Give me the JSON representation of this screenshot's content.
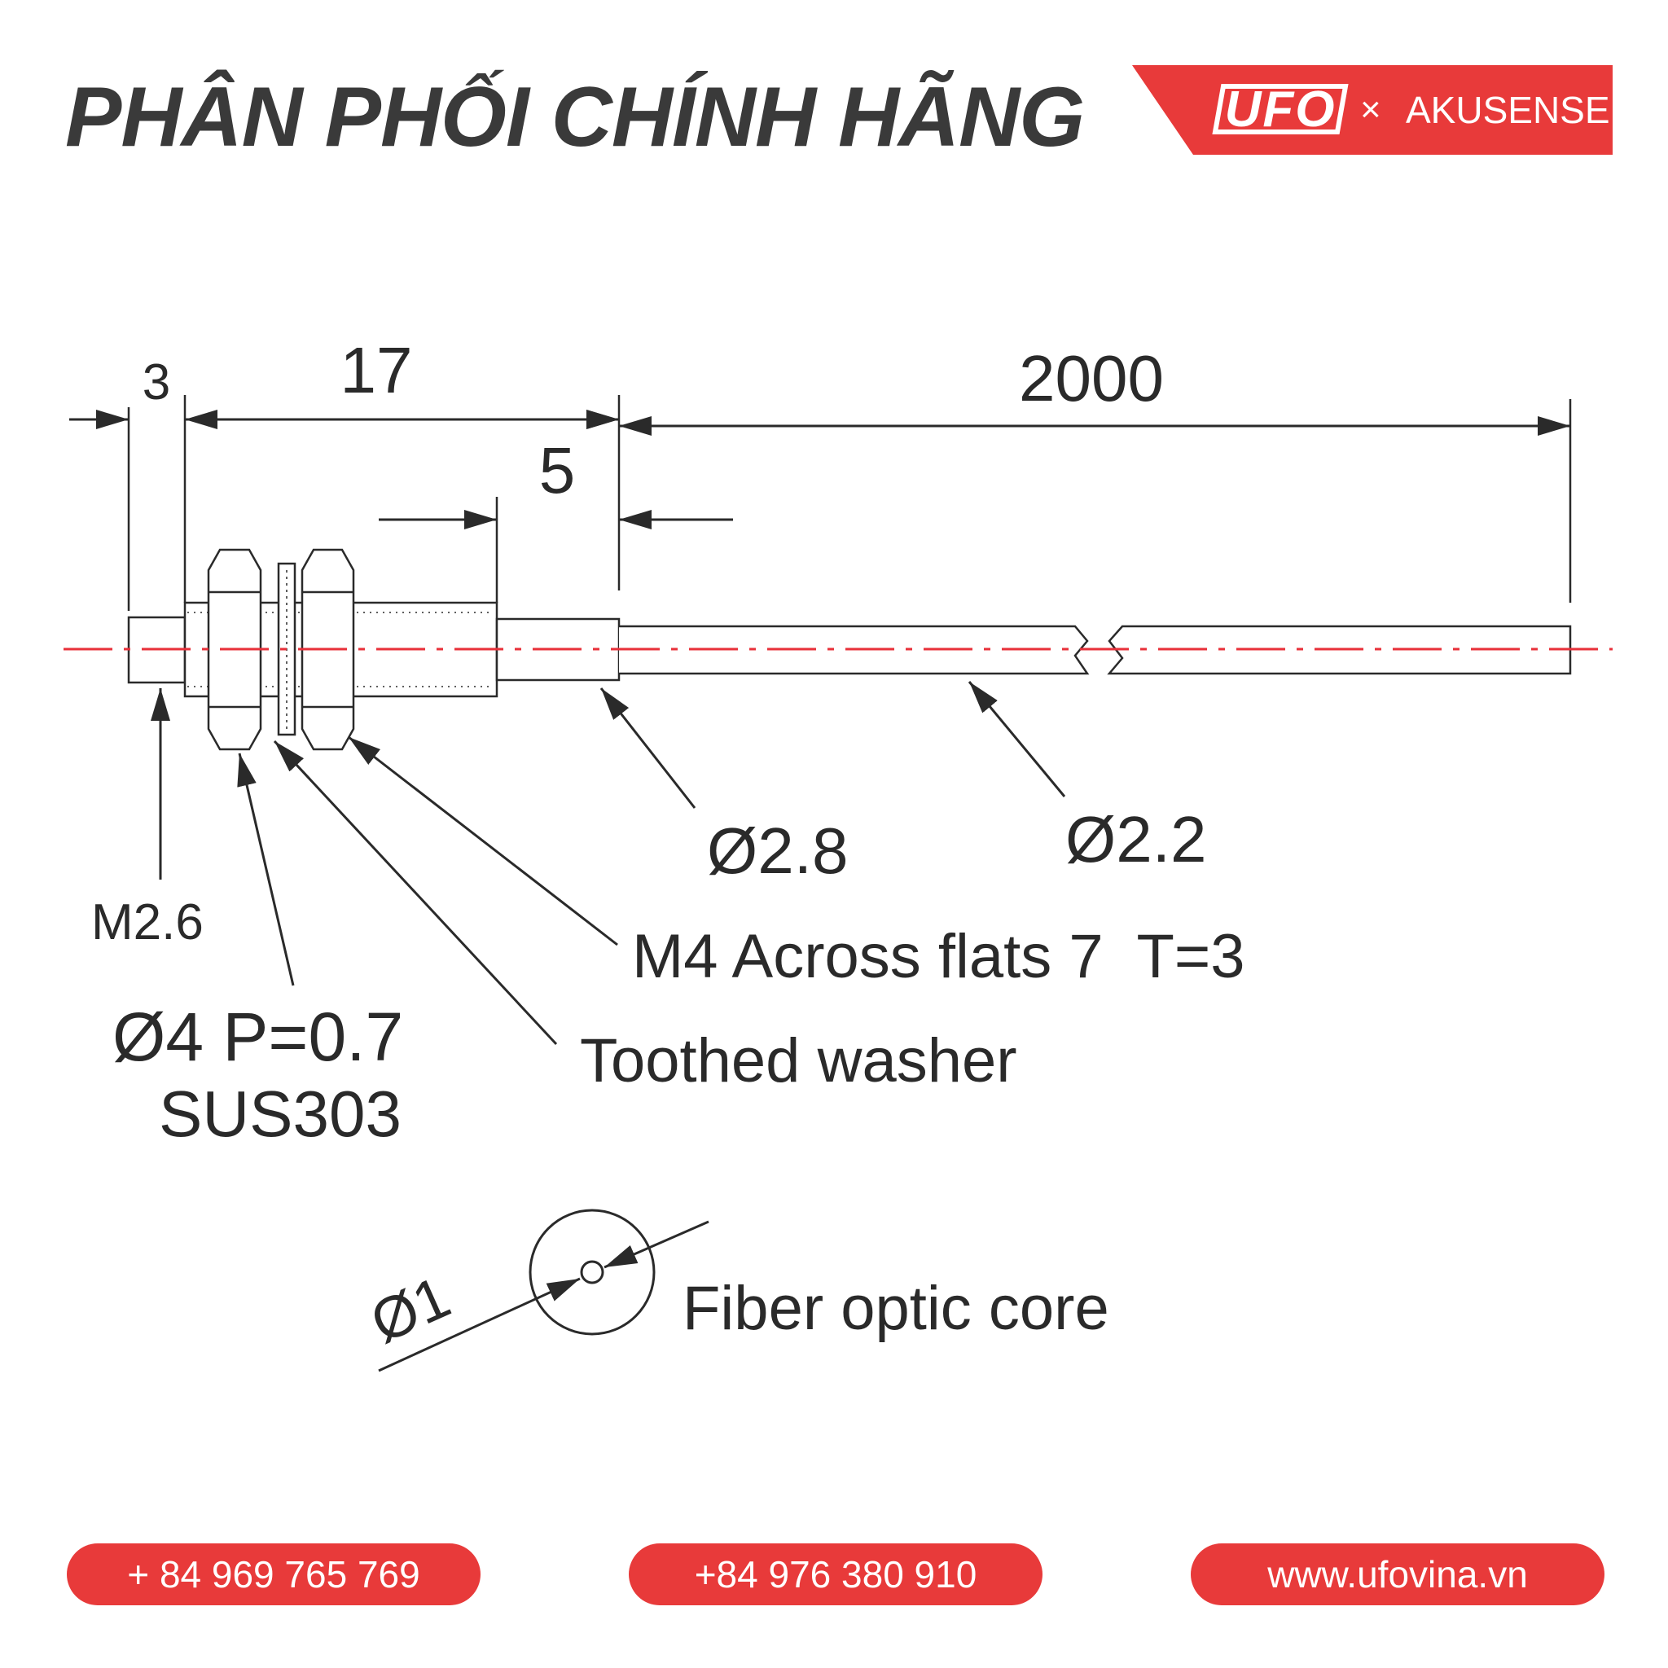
{
  "header": {
    "title": "PHÂN PHỐI CHÍNH HÃNG",
    "brand_logo": "UFO",
    "brand_separator": "×",
    "brand_partner": "AKUSENSE",
    "accent_color": "#e83a3a"
  },
  "diagram": {
    "dimensions": {
      "dim_3": "3",
      "dim_17": "17",
      "dim_5": "5",
      "dim_2000": "2000"
    },
    "labels": {
      "m26": "M2.6",
      "thread": "Ø4 P=0.7",
      "material": "SUS303",
      "washer": "Toothed washer",
      "nut": "M4 Across flats 7  T=3",
      "d28": "Ø2.8",
      "d22": "Ø2.2"
    },
    "core": {
      "diameter": "Ø1",
      "label": "Fiber optic core"
    },
    "centerline_color": "#e8303a"
  },
  "footer": {
    "phone1": "+ 84 969 765 769",
    "phone2": "+84 976 380 910",
    "website": "www.ufovina.vn"
  }
}
